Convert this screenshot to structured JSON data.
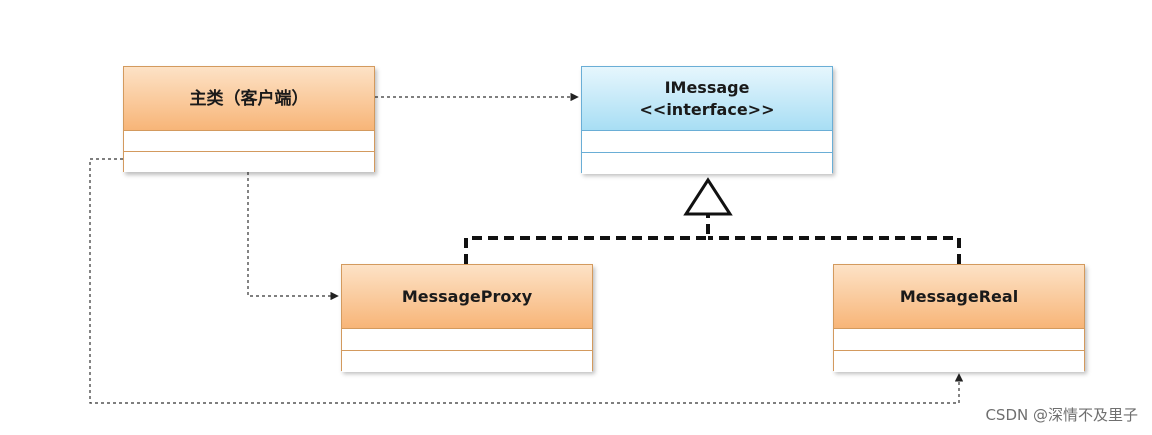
{
  "diagram": {
    "classes": {
      "client": {
        "name": "主类（客户端）"
      },
      "imessage": {
        "name": "IMessage",
        "stereotype": "<<interface>>"
      },
      "proxy": {
        "name": "MessageProxy"
      },
      "real": {
        "name": "MessageReal"
      }
    },
    "relations": [
      {
        "from": "client",
        "to": "imessage",
        "type": "dependency"
      },
      {
        "from": "client",
        "to": "proxy",
        "type": "dependency"
      },
      {
        "from": "client",
        "to": "real",
        "type": "dependency"
      },
      {
        "from": "proxy",
        "to": "imessage",
        "type": "realization"
      },
      {
        "from": "real",
        "to": "imessage",
        "type": "realization"
      }
    ],
    "colors": {
      "class_border": "#d39a5e",
      "interface_border": "#6aaed6",
      "line": "#222222"
    }
  },
  "watermark": "CSDN @深情不及里子"
}
